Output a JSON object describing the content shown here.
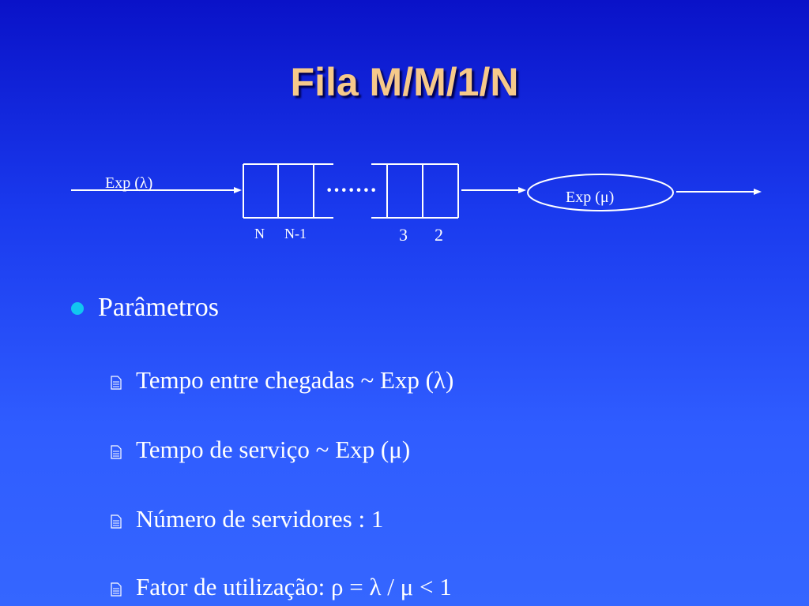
{
  "slide": {
    "title": "Fila M/M/1/N"
  },
  "diagram": {
    "arrival_label": "Exp (λ)",
    "service_label": "Exp (μ)",
    "ellipsis": "·······",
    "queue_labels": {
      "left_first": "N",
      "left_second": "N-1",
      "right_first": "3",
      "right_second": "2"
    }
  },
  "bullets": {
    "main": "Parâmetros",
    "items": [
      "Tempo entre chegadas ~ Exp (λ)",
      "Tempo de serviço ~ Exp (μ)",
      "Número de servidores : 1",
      "Fator de utilização: ρ = λ / μ < 1"
    ]
  },
  "colors": {
    "title": "#f6c98a",
    "bullet_dot": "#11c6f0",
    "text": "#ffffff"
  }
}
